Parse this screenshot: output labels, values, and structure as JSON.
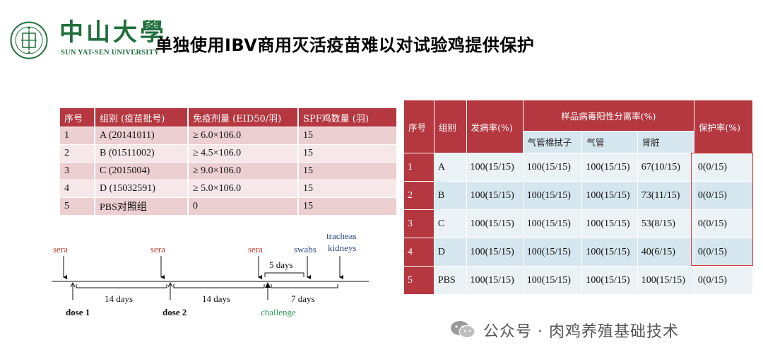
{
  "header": {
    "university_cn": "中山大學",
    "university_en": "SUN YAT-SEN UNIVERSITY",
    "title": "单独使用IBV商用灭活疫苗难以对试验鸡提供保护"
  },
  "vaccine_table": {
    "headers": [
      "序号",
      "组别 (疫苗批号)",
      "免疫剂量 (EID50/羽)",
      "SPF鸡数量 (羽)"
    ],
    "rows": [
      [
        "1",
        "A (20141011)",
        "≥ 6.0×106.0",
        "15"
      ],
      [
        "2",
        "B (01511002)",
        "≥ 4.5×106.0",
        "15"
      ],
      [
        "3",
        "C (2015004)",
        "≥ 9.0×106.0",
        "15"
      ],
      [
        "4",
        "D (15032591)",
        "≥ 5.0×106.0",
        "15"
      ],
      [
        "5",
        "PBS对照组",
        "0",
        "15"
      ]
    ]
  },
  "timeline": {
    "sera1": "sera",
    "sera2": "sera",
    "sera3": "sera",
    "swabs": "swabs",
    "tracheas": "tracheas",
    "kidneys": "kidneys",
    "five_days": "5 days",
    "fourteen1": "14 days",
    "fourteen2": "14 days",
    "seven_days": "7 days",
    "dose1": "dose 1",
    "dose2": "dose 2",
    "challenge": "challenge",
    "colors": {
      "sera": "#c0392b",
      "swabs": "#2c4a8a",
      "challenge": "#2e9e5a"
    }
  },
  "result_table": {
    "h_index": "序号",
    "h_group": "组别",
    "h_morbidity": "发病率(%)",
    "h_isolation": "样品病毒阳性分离率(%)",
    "h_protection": "保护率(%)",
    "sub_swab": "气管棉拭子",
    "sub_trachea": "气管",
    "sub_kidney": "肾脏",
    "rows": [
      [
        "1",
        "A",
        "100(15/15)",
        "100(15/15)",
        "100(15/15)",
        "67(10/15)",
        "0(0/15)"
      ],
      [
        "2",
        "B",
        "100(15/15)",
        "100(15/15)",
        "100(15/15)",
        "73(11/15)",
        "0(0/15)"
      ],
      [
        "3",
        "C",
        "100(15/15)",
        "100(15/15)",
        "100(15/15)",
        "53(8/15)",
        "0(0/15)"
      ],
      [
        "4",
        "D",
        "100(15/15)",
        "100(15/15)",
        "100(15/15)",
        "40(6/15)",
        "0(0/15)"
      ],
      [
        "5",
        "PBS",
        "100(15/15)",
        "100(15/15)",
        "100(15/15)",
        "100(15/15)",
        "0(0/15)"
      ]
    ]
  },
  "watermark": {
    "text": "公众号 · 肉鸡养殖基础技术"
  },
  "colors": {
    "header_red": "#b5373f",
    "green": "#1e6f3b",
    "light_blue": "#d5e6ee",
    "highlight": "#e03a3a"
  }
}
